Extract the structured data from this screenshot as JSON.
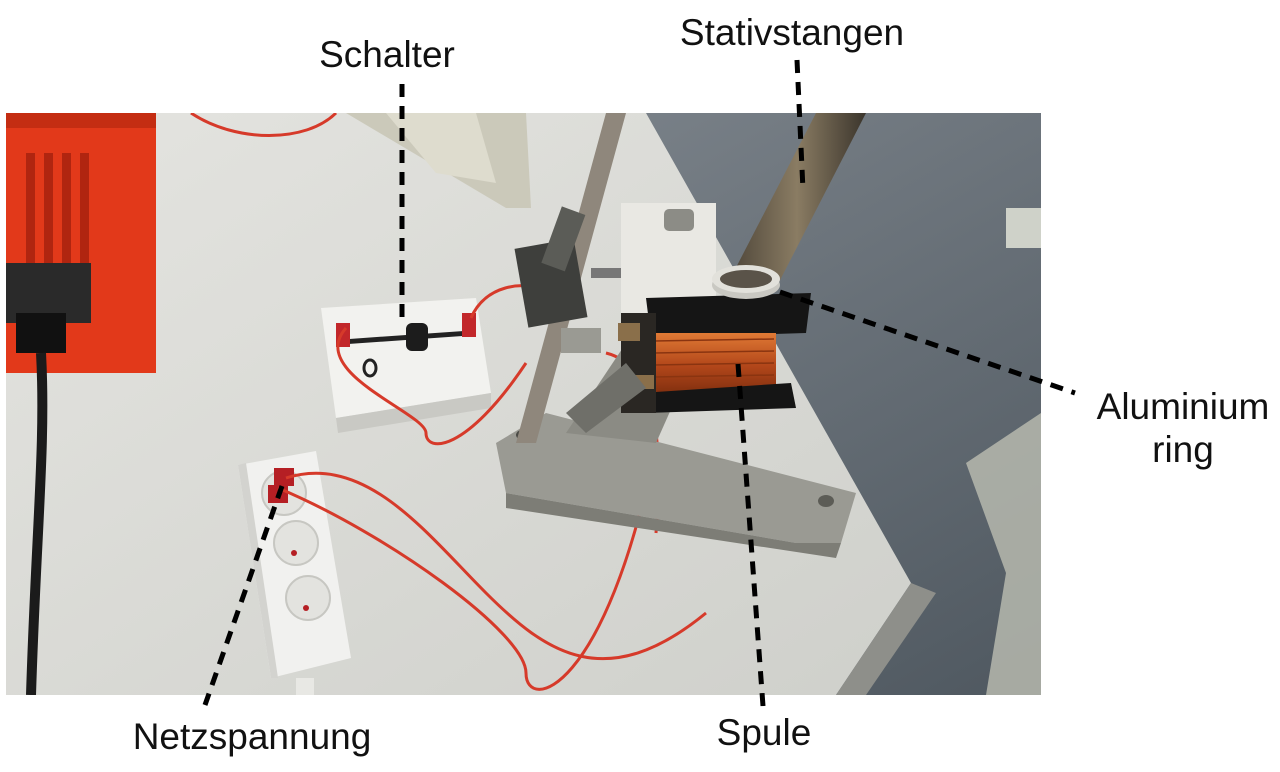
{
  "labels": {
    "schalter": "Schalter",
    "stativstangen": "Stativstangen",
    "aluminium_line1": "Aluminium",
    "aluminium_line2": "ring",
    "netzspannung": "Netzspannung",
    "spule": "Spule"
  },
  "colors": {
    "background": "#ffffff",
    "label_text": "#111111",
    "leader_line": "#000000",
    "power_supply": "#e2391a",
    "wire": "#d63a2a",
    "coil_copper": "#c0561d",
    "stand_grey": "#9a9a93",
    "table": "#d9d9d5",
    "floor": "#6f7880"
  }
}
